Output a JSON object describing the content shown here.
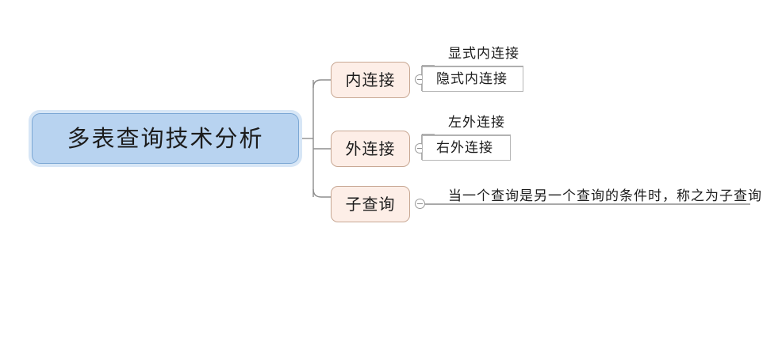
{
  "mindmap": {
    "root": {
      "label": "多表查询技术分析",
      "fill": "#b8d3f0",
      "halo": "#d7e6f6",
      "border": "#7ba7d4"
    },
    "branch_fill": "#fdeee7",
    "branch_border": "#c8a894",
    "connector_color": "#8d8d8d",
    "branches": [
      {
        "label": "内连接",
        "toggle": "collapse-minus-icon",
        "children": [
          {
            "label": "显式内连接",
            "selected": false
          },
          {
            "label": "隐式内连接",
            "selected": true
          }
        ]
      },
      {
        "label": "外连接",
        "toggle": "collapse-minus-icon",
        "children": [
          {
            "label": "左外连接",
            "selected": false
          },
          {
            "label": "右外连接",
            "selected": true
          }
        ]
      },
      {
        "label": "子查询",
        "toggle": "collapse-minus-icon",
        "children": [
          {
            "label": "当一个查询是另一个查询的条件时，称之为子查询",
            "selected": false
          }
        ]
      }
    ]
  }
}
